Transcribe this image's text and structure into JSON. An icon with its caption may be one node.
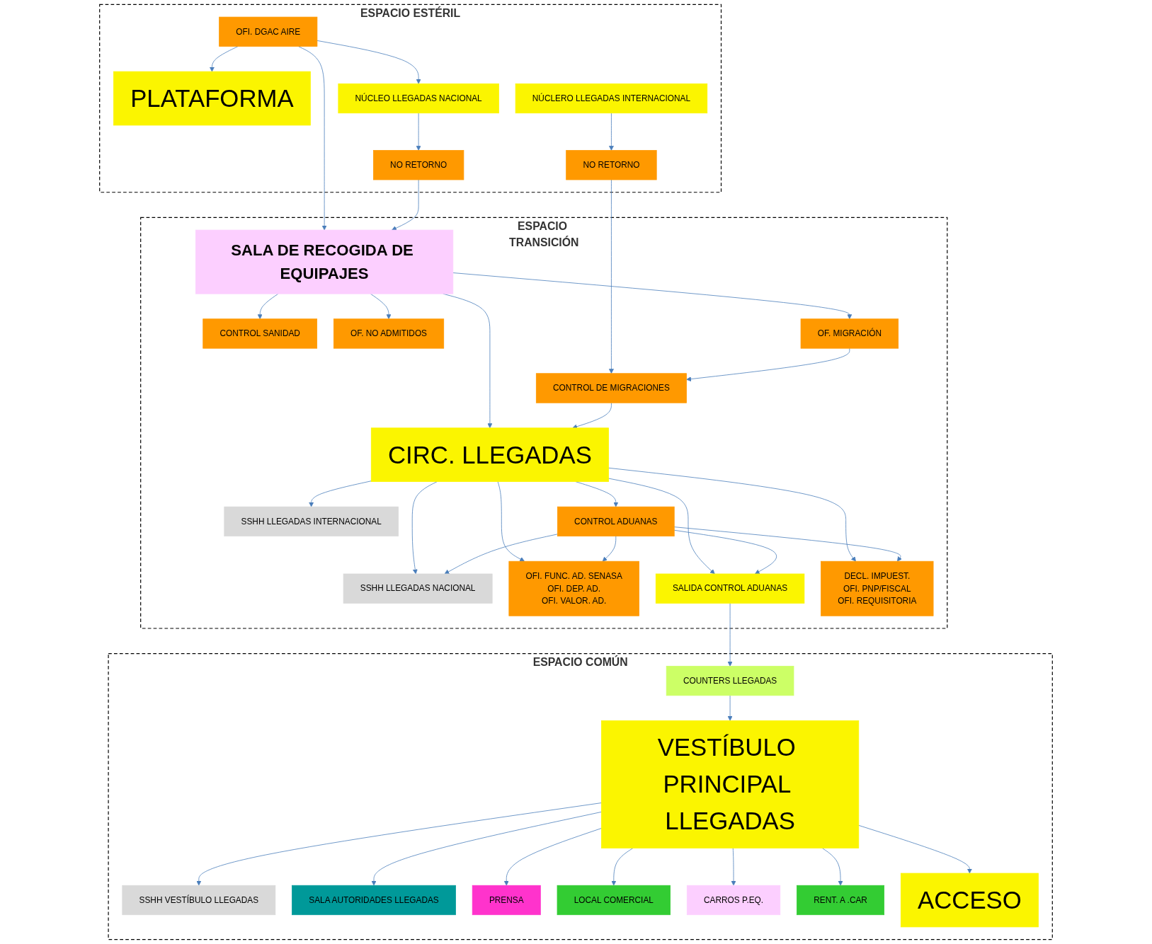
{
  "diagram": {
    "nodes": [
      {
        "text": [
          "ESPACIO ESTÉRIL"
        ]
      },
      {
        "text": [
          "PLATAFORMA"
        ],
        "in": 0
      },
      {
        "text": [
          "OFI. DGAC AIRE"
        ],
        "in": 0
      },
      {
        "text": [
          "NÚCLEO LLEGADAS NACIONAL"
        ],
        "in": 0
      },
      {
        "text": [
          "NO RETORNO"
        ],
        "in": 0
      },
      {
        "text": [
          "NÚCLERO LLEGADAS INTERNACIONAL"
        ],
        "in": 0
      },
      {
        "text": [
          "NO RETORNO"
        ],
        "in": 0
      },
      {
        "text": [
          "ESPACIO TRANSICIÓN"
        ]
      },
      {
        "text": [
          "SALA DE RECOGIDA DE EQUIPAJES"
        ],
        "in": 7
      },
      {
        "text": [
          "CONTROL SANIDAD"
        ],
        "in": 7
      },
      {
        "text": [
          "OF. NO ADMITIDOS"
        ],
        "in": 7
      },
      {
        "text": [
          "OF. MIGRACIÓN"
        ],
        "in": 7
      },
      {
        "text": [
          "CONTROL DE MIGRACIONES"
        ],
        "in": 7
      },
      {
        "text": [
          "SSHH LLEGADAS NACIONAL"
        ],
        "in": 7
      },
      {
        "text": [
          "CIRC. LLEGADAS"
        ],
        "in": 7
      },
      {
        "text": [
          "OFI. FUNC. AD. SENASA",
          "OFI. DEP. AD.",
          "OFI. VALOR. AD."
        ],
        "in": 7
      },
      {
        "text": [
          "SSHH LLEGADAS INTERNACIONAL"
        ],
        "in": 7
      },
      {
        "text": [
          "SALIDA CONTROL ADUANAS"
        ],
        "in": 7
      },
      {
        "text": [
          "CONTROL ADUANAS"
        ],
        "in": 7
      },
      {
        "text": [
          "DECL. IMPUEST.",
          "OFI. PNP/FISCAL",
          "OFI. REQUISITORIA"
        ],
        "in": 7
      },
      {
        "text": [
          "ESPACIO COMÚN"
        ]
      },
      {
        "text": [
          "SSHH VESTÍBULO LLEGADAS"
        ],
        "in": 20
      },
      {
        "text": [
          "SALA AUTORIDADES LLEGADAS"
        ],
        "in": 20
      },
      {
        "text": [
          "PRENSA"
        ],
        "in": 20
      },
      {
        "text": [
          "COUNTERS LLEGADAS"
        ],
        "in": 20
      },
      {
        "text": [
          "VESTÍBULO PRINCIPAL LLEGADAS"
        ],
        "in": 20
      },
      {
        "text": [
          "LOCAL COMERCIAL"
        ],
        "in": 20
      },
      {
        "text": [
          "CARROS P.EQ."
        ],
        "in": 20
      },
      {
        "text": [
          "RENT. A .CAR"
        ],
        "in": 20
      },
      {
        "text": [
          "ACCESO"
        ],
        "in": 20
      }
    ],
    "edges": [
      {
        "from": 2,
        "to": 1,
        "arrow": "to"
      },
      {
        "from": 2,
        "to": 3,
        "arrow": "to"
      },
      {
        "from": 2,
        "to": 8,
        "arrow": "to"
      },
      {
        "from": 3,
        "to": 4,
        "arrow": "to"
      },
      {
        "from": 4,
        "to": 8,
        "arrow": "to"
      },
      {
        "from": 5,
        "to": 6,
        "arrow": "to"
      },
      {
        "from": 6,
        "to": 12,
        "arrow": "to"
      },
      {
        "from": 8,
        "to": 9,
        "arrow": "to"
      },
      {
        "from": 8,
        "to": 10,
        "arrow": "to"
      },
      {
        "from": 8,
        "to": 11,
        "arrow": "to"
      },
      {
        "from": 11,
        "to": 12,
        "arrow": "to"
      },
      {
        "from": 8,
        "to": 14,
        "arrow": "to"
      },
      {
        "from": 12,
        "to": 14,
        "arrow": "to"
      },
      {
        "from": 14,
        "to": 16,
        "arrow": "to"
      },
      {
        "from": 14,
        "to": 13,
        "arrow": "to"
      },
      {
        "from": 14,
        "to": 15,
        "arrow": "to"
      },
      {
        "from": 14,
        "to": 19,
        "arrow": "to"
      },
      {
        "from": 18,
        "to": 13,
        "arrow": "to"
      },
      {
        "from": 18,
        "to": 15,
        "arrow": "to"
      },
      {
        "from": 18,
        "to": 19,
        "arrow": "to"
      },
      {
        "from": 14,
        "to": 17,
        "arrow": "to"
      },
      {
        "from": 14,
        "to": 18,
        "arrow": "to"
      },
      {
        "from": 18,
        "to": 17,
        "arrow": "to"
      },
      {
        "from": 17,
        "to": 24,
        "arrow": "to"
      },
      {
        "from": 24,
        "to": 25,
        "arrow": "to"
      },
      {
        "from": 25,
        "to": 21,
        "arrow": "to"
      },
      {
        "from": 25,
        "to": 22,
        "arrow": "to"
      },
      {
        "from": 25,
        "to": 23,
        "arrow": "to"
      },
      {
        "from": 25,
        "to": 26,
        "arrow": "to"
      },
      {
        "from": 25,
        "to": 27,
        "arrow": "to"
      },
      {
        "from": 25,
        "to": 28,
        "arrow": "to"
      },
      {
        "from": 25,
        "to": 29,
        "arrow": "to"
      }
    ]
  }
}
